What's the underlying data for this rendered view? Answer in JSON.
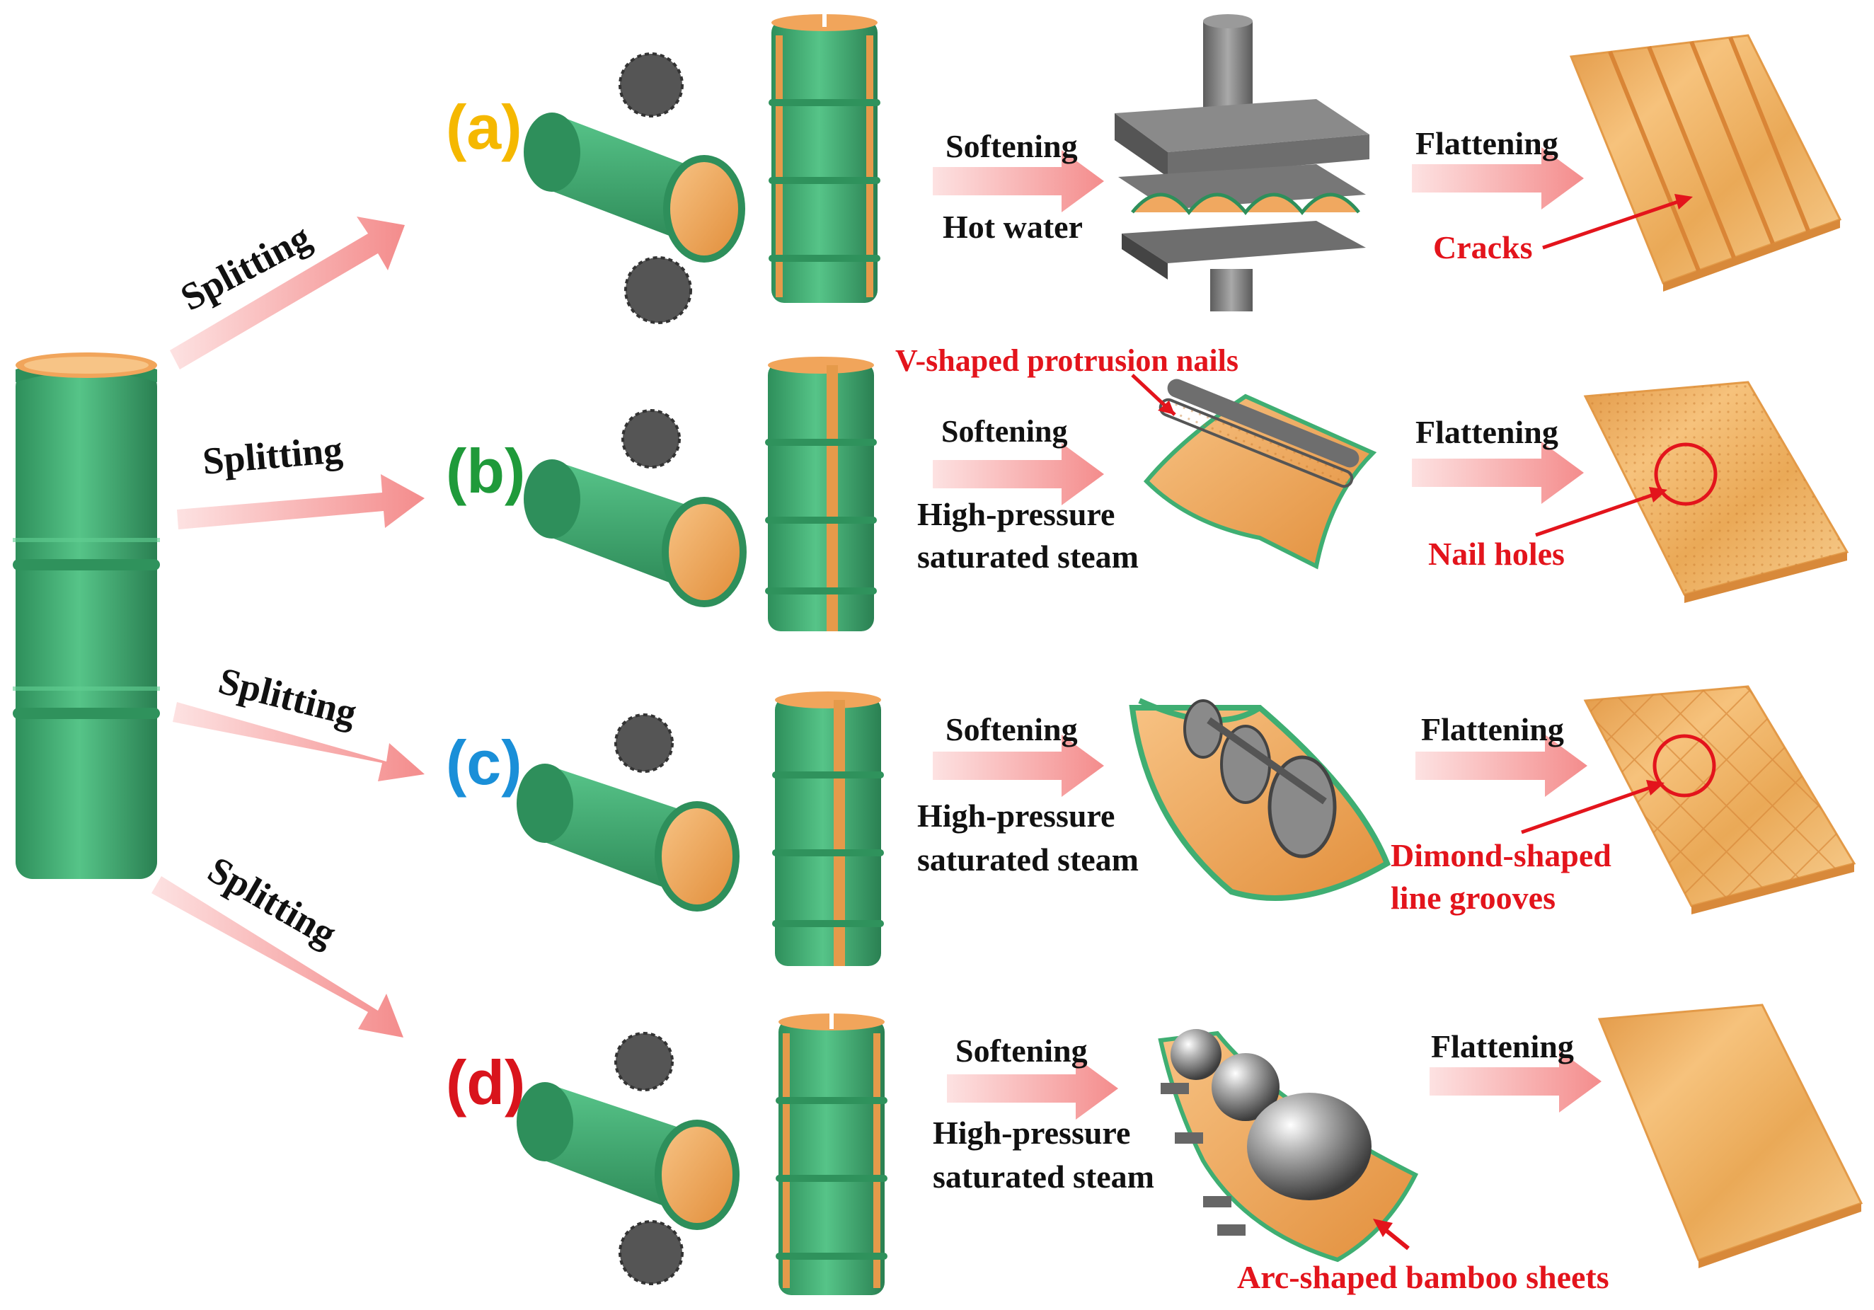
{
  "rows": [
    {
      "letter": "(a)",
      "letter_color": "#f5b800",
      "split": "Splitting",
      "soft": "Softening",
      "medium_1": "Hot water",
      "medium_2": "",
      "flat": "Flattening",
      "defect": "Cracks",
      "defect_2": ""
    },
    {
      "letter": "(b)",
      "letter_color": "#1f9a3a",
      "split": "Splitting",
      "soft": "Softening",
      "medium_1": "High-pressure",
      "medium_2": "saturated steam",
      "tool": "V-shaped protrusion nails",
      "flat": "Flattening",
      "defect": "Nail holes",
      "defect_2": ""
    },
    {
      "letter": "(c)",
      "letter_color": "#1a8fd8",
      "split": "Splitting",
      "soft": "Softening",
      "medium_1": "High-pressure",
      "medium_2": "saturated steam",
      "flat": "Flattening",
      "defect": "Dimond-shaped",
      "defect_2": "line grooves"
    },
    {
      "letter": "(d)",
      "letter_color": "#d9141c",
      "split": "Splitting",
      "soft": "Softening",
      "medium_1": "High-pressure",
      "medium_2": "saturated steam",
      "flat": "Flattening",
      "defect": "Arc-shaped bamboo sheets",
      "defect_2": ""
    }
  ],
  "colors": {
    "bamboo": "#3fae72",
    "bamboo_dark": "#2e8f5b",
    "bamboo_inner": "#f0a860",
    "board": "#f2b567",
    "arrow": "#f7a3a3",
    "steel": "#7a7a7a",
    "annot": "#e3141c"
  }
}
